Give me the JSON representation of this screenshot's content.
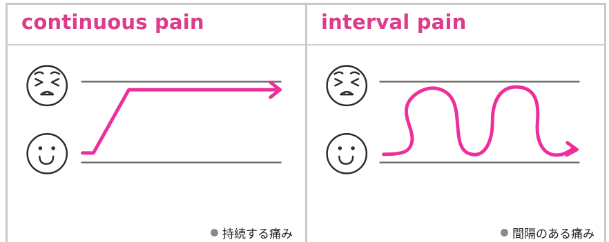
{
  "panels": {
    "continuous": {
      "title": "continuous pain",
      "caption": "持続する痛み"
    },
    "interval": {
      "title": "interval pain",
      "caption": "間隔のある痛み"
    }
  },
  "icons": {
    "pain": "pain-face-icon",
    "happy": "happy-face-icon",
    "arrow": "arrow-line"
  },
  "colors": {
    "accent": "#dc3c8a",
    "line": "#ee2e9a",
    "rule": "#6b6b6b",
    "border": "#c9c9c9"
  }
}
